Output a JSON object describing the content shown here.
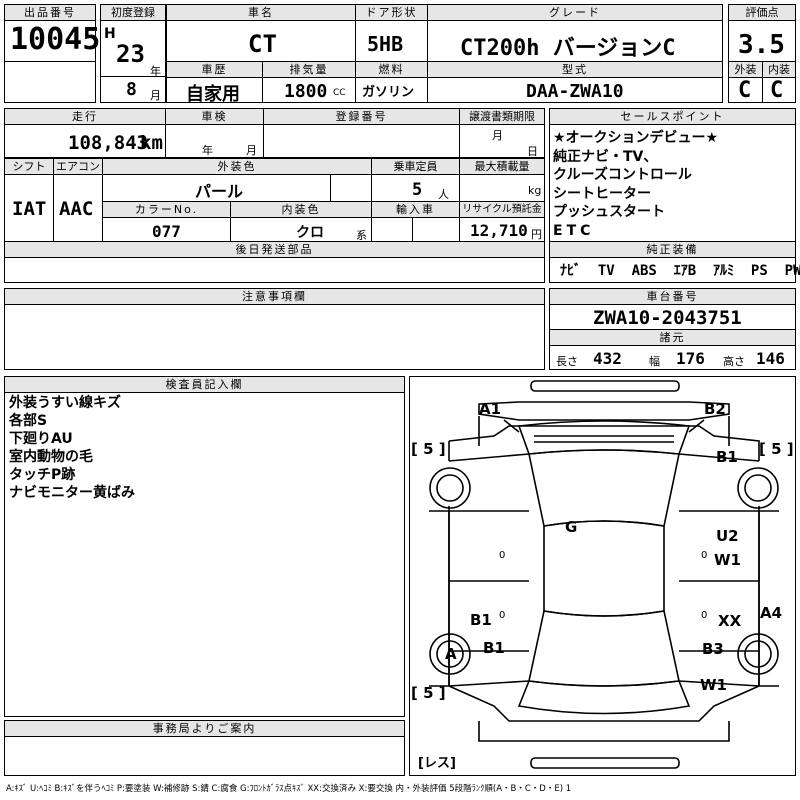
{
  "headers": {
    "lot_no": "出品番号",
    "first_reg": "初度登録",
    "car_name": "車名",
    "door_type": "ドア形状",
    "grade": "グレード",
    "score": "評価点",
    "history": "車歴",
    "displacement": "排気量",
    "fuel": "燃料",
    "model_code": "型式",
    "ext_score": "外装",
    "int_score": "内装",
    "mileage": "走行",
    "inspection": "車検",
    "reg_no": "登録番号",
    "transfer_deadline": "譲渡書類期限",
    "sales_points": "セールスポイント",
    "shift": "シフト",
    "aircon": "エアコン",
    "ext_color": "外装色",
    "capacity": "乗車定員",
    "max_load": "最大積載量",
    "color_no": "カラーNo.",
    "int_color": "内装色",
    "import": "輸入車",
    "recycle": "リサイクル預託金",
    "later_parts": "後日発送部品",
    "genuine_equip": "純正装備",
    "notes": "注意事項欄",
    "chassis_no": "車台番号",
    "specs": "諸元",
    "inspector": "検査員記入欄",
    "office": "事務局よりご案内"
  },
  "values": {
    "lot_no": "10045",
    "era": "H",
    "year": "23",
    "year_unit": "年",
    "month": "8",
    "month_unit": "月",
    "car_name": "CT",
    "door_type": "5HB",
    "grade": "CT200h バージョンC",
    "score": "3.5",
    "history": "自家用",
    "displacement": "1800",
    "cc": "CC",
    "fuel": "ガソリン",
    "model_code": "DAA-ZWA10",
    "ext_score": "C",
    "int_score": "C",
    "mileage": "108,843",
    "km": "km",
    "insp_year": "年",
    "insp_month": "月",
    "transfer_month": "月",
    "transfer_day": "日",
    "shift": "IAT",
    "aircon": "AAC",
    "ext_color": "パール",
    "capacity": "5",
    "capacity_unit": "人",
    "kg": "kg",
    "color_no": "077",
    "int_color": "クロ",
    "int_color_unit": "系",
    "recycle": "12,710",
    "yen": "円",
    "chassis_no": "ZWA10-2043751",
    "length_label": "長さ",
    "length": "432",
    "width_label": "幅",
    "width": "176",
    "height_label": "高さ",
    "height": "146"
  },
  "sales_points": [
    "★オークションデビュー★",
    "純正ナビ・TV、",
    "クルーズコントロール",
    "シートヒーター",
    "プッシュスタート",
    "ETC"
  ],
  "equipment": [
    "ﾅﾋﾞ",
    "TV",
    "ABS",
    "ｴｱB",
    "ｱﾙﾐ",
    "PS",
    "PW"
  ],
  "inspector_notes": [
    "外装うすい線キズ",
    "各部S",
    "下廻りAU",
    "室内動物の毛",
    "タッチP跡",
    "ナビモニター黄ばみ"
  ],
  "diagram": {
    "marks": {
      "a1": "A1",
      "b2_top": "B2",
      "b1_r": "B1",
      "g": "G",
      "u2": "U2",
      "w1_r": "W1",
      "a4": "A4",
      "b1_l": "B1",
      "xx": "XX",
      "a_wheel": "A",
      "b1_l2": "B1",
      "b3": "B3",
      "w1_br": "W1"
    },
    "tires": {
      "tl": "5",
      "tr": "5",
      "bl": "5"
    },
    "tire_bl_tag_left": "[",
    "tire_bl_tag_right": "]",
    "tread_left": "0",
    "tread_right": "0",
    "tread_bl": "0",
    "tread_br": "0",
    "spare": "レス"
  },
  "footer": "A:ｷｽﾞ U:ﾍｺﾐ B:ｷｽﾞを伴うﾍｺﾐ P:要塗装 W:補修跡 S:錆 C:腐食 G:ﾌﾛﾝﾄｶﾞﾗｽ点ｷｽﾞ XX:交換済み X:要交換 内・外装評価 5段階ﾗﾝｸ順(A・B・C・D・E) 1"
}
